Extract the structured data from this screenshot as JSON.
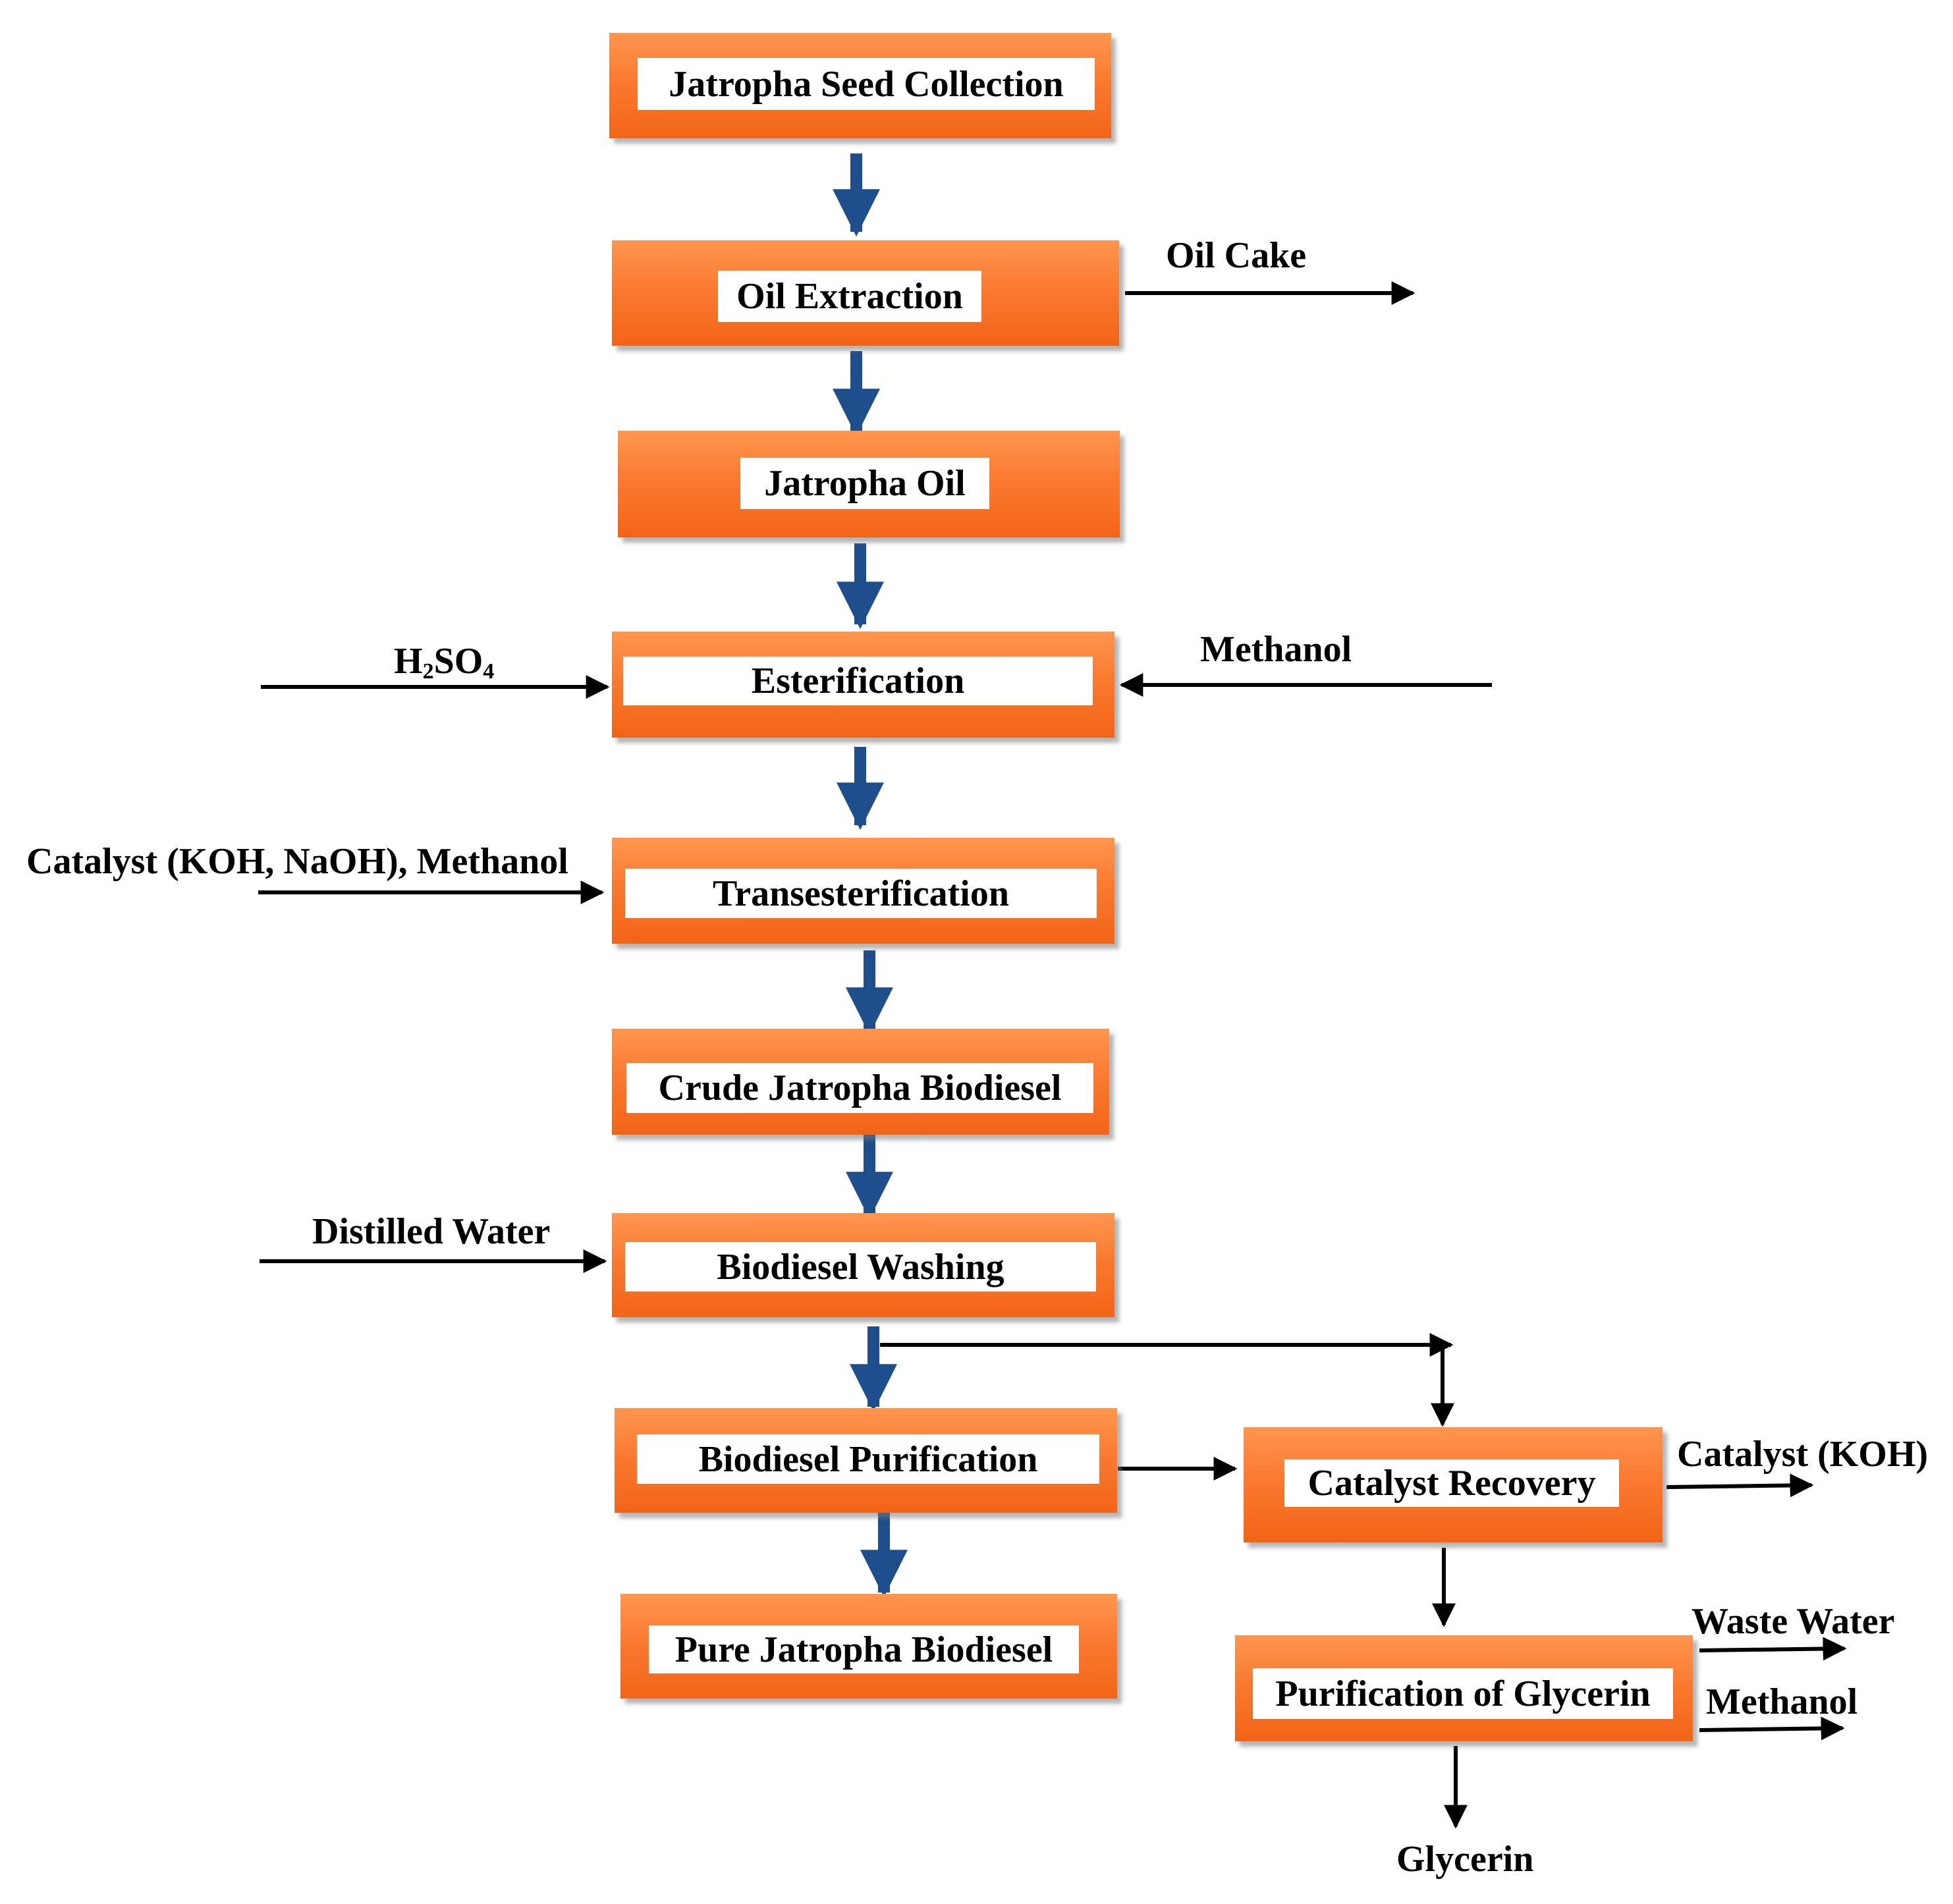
{
  "diagram": {
    "steps": {
      "seed_collection": "Jatropha Seed Collection",
      "oil_extraction": "Oil Extraction",
      "jatropha_oil": "Jatropha Oil",
      "esterification": "Esterification",
      "transesterification": "Transesterification",
      "crude_biodiesel": "Crude Jatropha Biodiesel",
      "biodiesel_washing": "Biodiesel Washing",
      "biodiesel_purification": "Biodiesel Purification",
      "pure_biodiesel": "Pure Jatropha Biodiesel",
      "catalyst_recovery": "Catalyst Recovery",
      "glycerin_purification": "Purification of Glycerin"
    },
    "flows": {
      "oil_cake": "Oil Cake",
      "h2so4": {
        "h": "H",
        "sub2": "2",
        "so": "SO",
        "sub4": "4"
      },
      "methanol_in": "Methanol",
      "catalyst_methanol": "Catalyst (KOH, NaOH), Methanol",
      "distilled_water": "Distilled Water",
      "catalyst_koh": "Catalyst (KOH)",
      "waste_water": "Waste Water",
      "methanol_out": "Methanol",
      "glycerin": "Glycerin"
    },
    "colors": {
      "box_orange": "#f87428",
      "main_arrow_blue": "#1f4e8c",
      "side_arrow_black": "#000000"
    }
  }
}
